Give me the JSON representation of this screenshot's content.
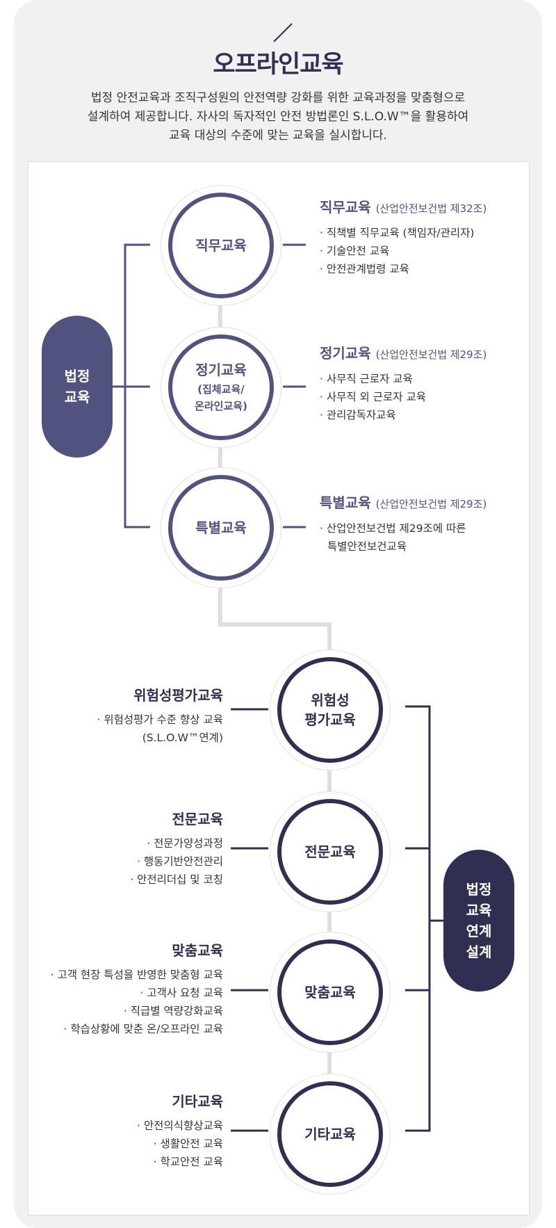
{
  "title": "오프라인교육",
  "intro": [
    "법정 안전교육과 조직구성원의 안전역량 강화를 위한 교육과정을 맞춤형으로",
    "설계하여 제공합니다. 자사의 독자적인 안전 방법론인 S.L.O.W™을 활용하여",
    "교육 대상의 수준에 맞는 교육을 실시합니다."
  ],
  "left_pill": "법정\n교육",
  "right_pill": "법정\n교육\n연계\n설계",
  "legal": [
    {
      "circle_main": "직무교육",
      "circle_sub": "",
      "heading": "직무교육",
      "law": "(산업안전보건법 제32조)",
      "items": [
        "· 직책별 직무교육 (책임자/관리자)",
        "· 기술안전 교육",
        "· 안전관계법령 교육"
      ]
    },
    {
      "circle_main": "정기교육",
      "circle_sub": "(집체교육/\n온라인교육)",
      "heading": "정기교육",
      "law": "(산업안전보건법 제29조)",
      "items": [
        "· 사무직 근로자 교육",
        "· 사무직 외 근로자 교육",
        "· 관리감독자교육"
      ]
    },
    {
      "circle_main": "특별교육",
      "circle_sub": "",
      "heading": "특별교육",
      "law": "(산업안전보건법 제29조)",
      "items": [
        "· 산업안전보건법 제29조에 따른",
        "특별안전보건교육"
      ]
    }
  ],
  "linked": [
    {
      "circle_main": "위험성\n평가교육",
      "heading": "위험성평가교육",
      "items": [
        "· 위험성평가 수준 향상 교육",
        "(S.L.O.W™연계)"
      ]
    },
    {
      "circle_main": "전문교육",
      "heading": "전문교육",
      "items": [
        "· 전문가양성과정",
        "· 행동기반안전관리",
        "· 안전리더십 및 코칭"
      ]
    },
    {
      "circle_main": "맞춤교육",
      "heading": "맞춤교육",
      "items": [
        "· 고객 현장 특성을 반영한 맞춤형 교육",
        "· 고객사 요청 교육",
        "· 직급별 역량강화교육",
        "· 학습상황에 맞춘 온/오프라인 교육"
      ]
    },
    {
      "circle_main": "기타교육",
      "heading": "기타교육",
      "items": [
        "· 안전의식향상교육",
        "· 생활안전 교육",
        "· 학교안전 교육"
      ]
    }
  ],
  "colors": {
    "legal": "#52527f",
    "linked": "#2f2f52",
    "card": "#f1f1f1",
    "connector": "#dedede"
  }
}
